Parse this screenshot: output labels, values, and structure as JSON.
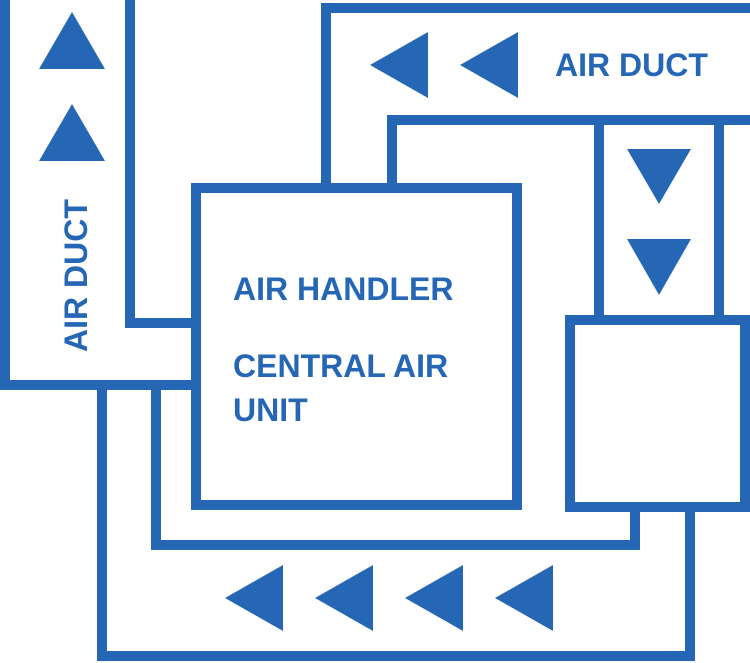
{
  "colors": {
    "line": "#2667b5",
    "background": "#ffffff"
  },
  "labels": {
    "duct_top": "AIR DUCT",
    "duct_left": "AIR DUCT",
    "handler_line1": "AIR HANDLER",
    "handler_line2": "CENTRAL AIR",
    "handler_line3": "UNIT"
  },
  "arrows": {
    "left_duct": {
      "direction": "up",
      "count": 2
    },
    "top_duct": {
      "direction": "left",
      "count": 2
    },
    "right_duct": {
      "direction": "down",
      "count": 2
    },
    "bottom_duct": {
      "direction": "left",
      "count": 4
    }
  }
}
